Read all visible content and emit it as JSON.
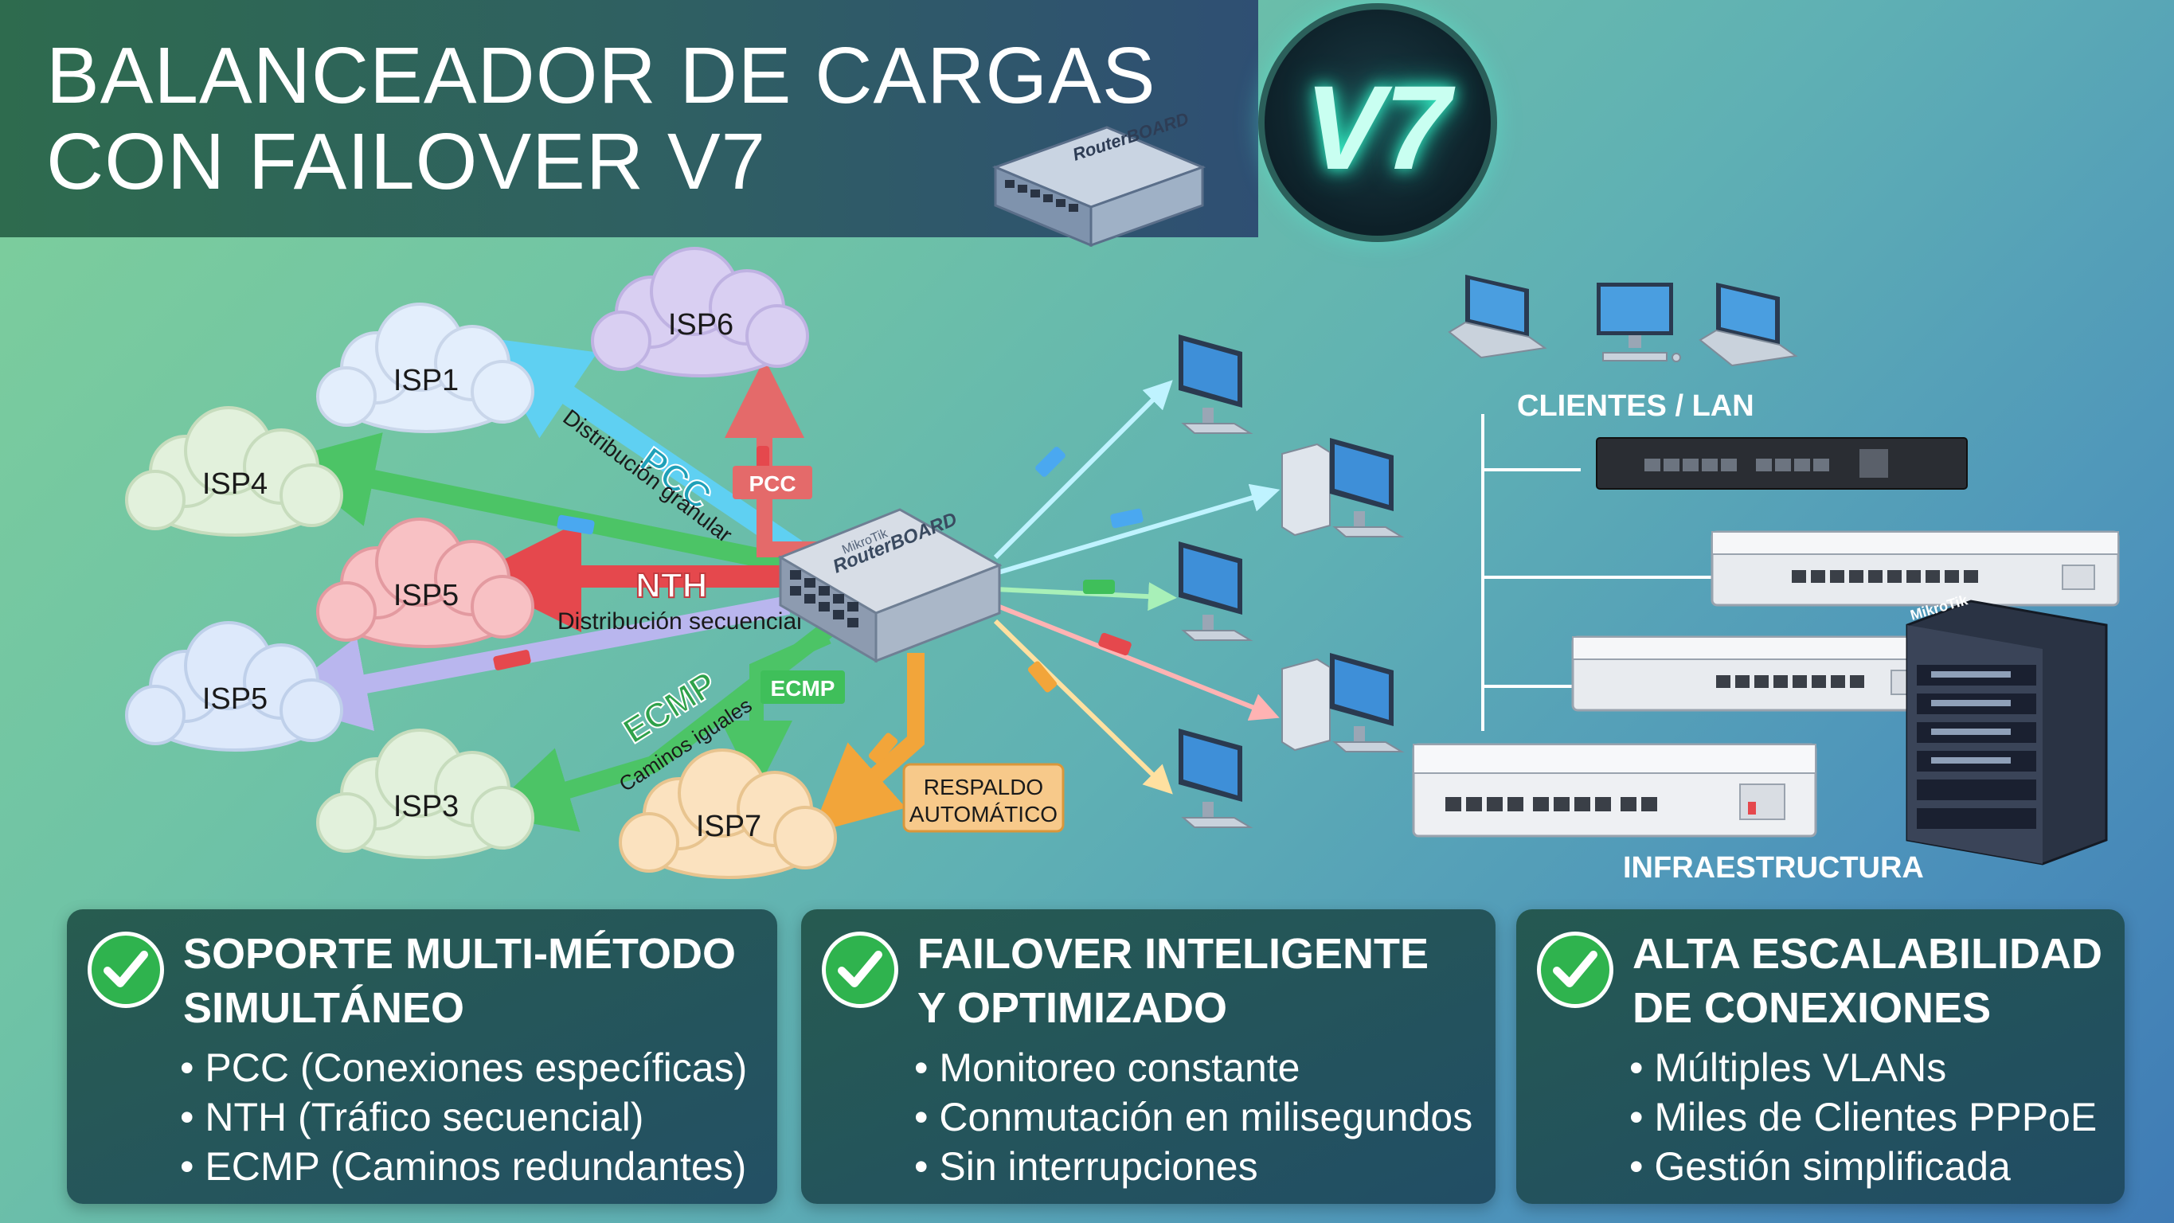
{
  "title": {
    "line1": "BALANCEADOR DE CARGAS",
    "line2": "CON FAILOVER V7",
    "badge": "V7"
  },
  "colors": {
    "pcc": "#4ec3ea",
    "nth": "#e5484d",
    "ecmp": "#3fbf5a",
    "backup": "#f2a53a",
    "check": "#2fb34e"
  },
  "diagram": {
    "router_brand": "RouterBOARD",
    "router_vendor": "MikroTik",
    "isps": {
      "isp1": "ISP1",
      "isp6": "ISP6",
      "isp4": "ISP4",
      "isp5a": "ISP5",
      "isp5b": "ISP5",
      "isp3": "ISP3",
      "isp7": "ISP7"
    },
    "methods": {
      "pcc": "PCC",
      "pcc_desc": "Distribución granular",
      "pcc_small": "PCC",
      "nth": "NTH",
      "nth_desc": "Distribución secuencial",
      "ecmp": "ECMP",
      "ecmp_desc": "Caminos iguales",
      "ecmp_small": "ECMP"
    },
    "backup": {
      "line1": "RESPALDO",
      "line2": "AUTOMÁTICO"
    },
    "clients_label": "CLIENTES / LAN",
    "infra_label": "INFRAESTRUCTURA",
    "rack_brand": "MikroTik"
  },
  "cards": [
    {
      "title1": "SOPORTE MULTI-MÉTODO",
      "title2": "SIMULTÁNEO",
      "items": [
        "• PCC (Conexiones específicas)",
        "• NTH (Tráfico secuencial)",
        "• ECMP (Caminos redundantes)"
      ]
    },
    {
      "title1": "FAILOVER INTELIGENTE",
      "title2": "Y OPTIMIZADO",
      "items": [
        "• Monitoreo constante",
        "• Conmutación en milisegundos",
        "• Sin interrupciones"
      ]
    },
    {
      "title1": "ALTA ESCALABILIDAD",
      "title2": "DE CONEXIONES",
      "items": [
        "• Múltiples VLANs",
        "• Miles de Clientes PPPoE",
        "• Gestión simplificada"
      ]
    }
  ]
}
